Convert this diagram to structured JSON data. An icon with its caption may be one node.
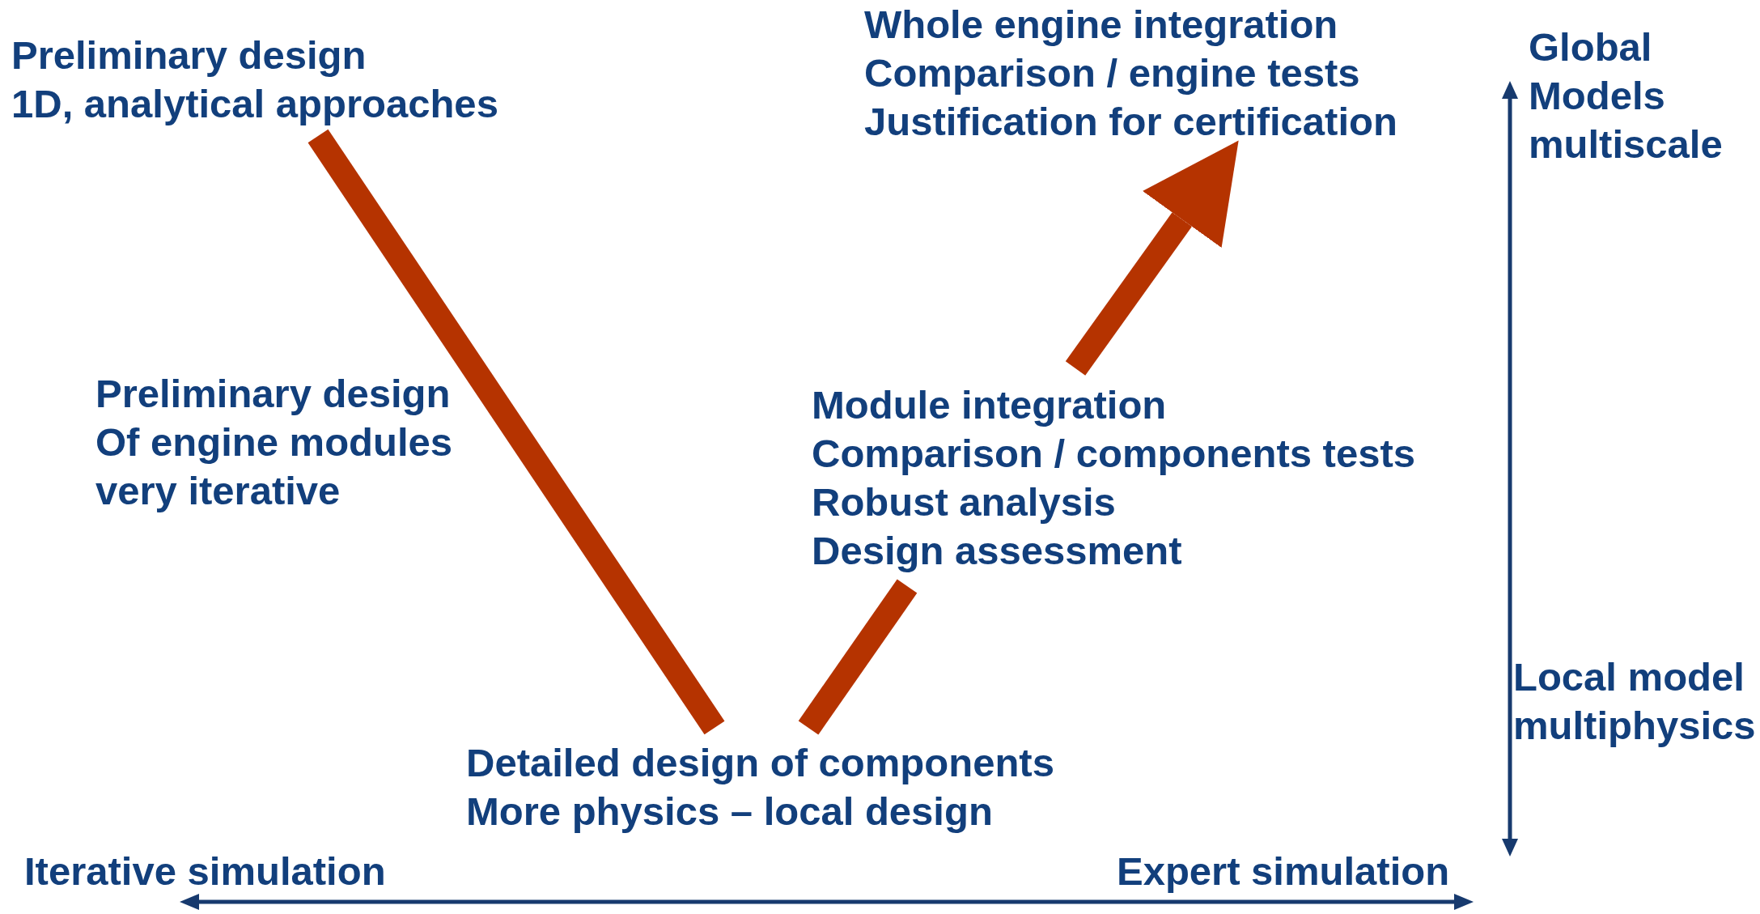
{
  "diagram": {
    "nodes": [
      {
        "text": [
          "Whole engine integration",
          "Comparison / engine tests",
          "Justification for certification"
        ]
      },
      {
        "text": [
          "Preliminary design",
          "1D, analytical approaches"
        ]
      },
      {
        "text": [
          "Preliminary design",
          "Of engine modules",
          "very iterative"
        ]
      },
      {
        "text": [
          "Module integration",
          "Comparison / components tests",
          "Robust analysis",
          "Design assessment"
        ]
      },
      {
        "text": [
          "Detailed design of components",
          "More physics – local design"
        ]
      }
    ],
    "edges": [
      {
        "from": 1,
        "to": 4,
        "arrow": "none"
      },
      {
        "from": 4,
        "to": 3,
        "arrow": "none"
      },
      {
        "from": 3,
        "to": 0,
        "arrow": "to"
      }
    ],
    "labels": [
      "Global Models multiscale",
      "Local model multiphysics",
      "Iterative simulation",
      "Expert simulation"
    ]
  }
}
